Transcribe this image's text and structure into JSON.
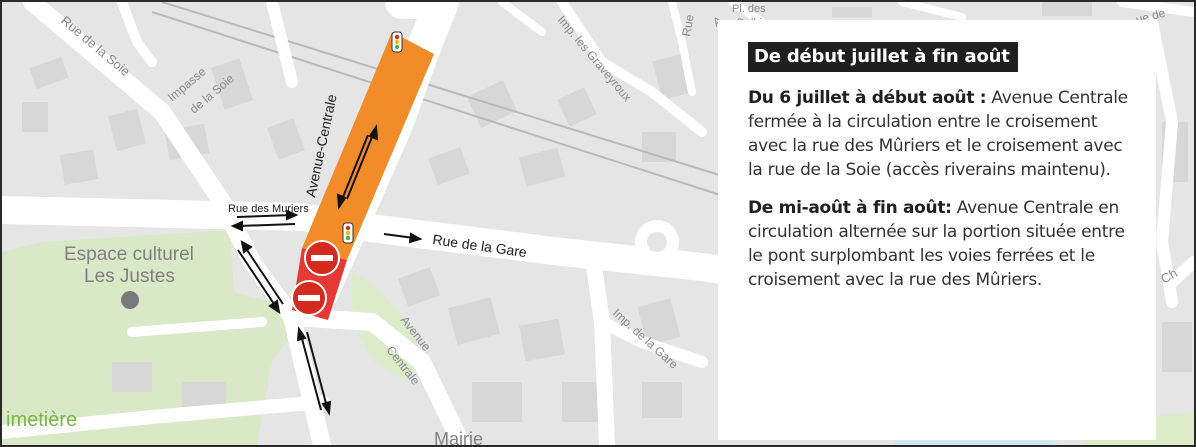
{
  "map_labels": {
    "rue_de_la_soie_nw": "Rue de la Soie",
    "impasse_line1": "Impasse",
    "impasse_line2": "de la Soie",
    "imp_graveyroux": "Imp. les Graveyroux",
    "rue_top": "Rue",
    "top_a": "A",
    "top_pl": "Pl. des",
    "top_dolbias": "Dolbias",
    "top_right": "ue de",
    "avenue_centrale_north": "Avenue-Centrale",
    "rue_des_muriers": "Rue des Muriers",
    "rue_de_la_gare": "Rue de la Gare",
    "espace_line1": "Espace culturel",
    "espace_line2": "Les Justes",
    "avenue_south_line1": "Avenue",
    "avenue_south_line2": "Centrale",
    "imp_de_la_gare": "Imp. de la Gare",
    "cimetiere": "imetière",
    "mairie": "Mairie",
    "ch_right": "Ch"
  },
  "info_panel": {
    "title": "De début juillet à fin août",
    "periods": [
      {
        "heading": "Du 6 juillet à début août :",
        "text": " Avenue Centrale fermée à la circulation entre le croisement avec la rue des Mûriers et le croisement avec la rue de la Soie (accès riverains maintenu)."
      },
      {
        "heading": "De mi-août à fin août:",
        "text": " Avenue Centrale en circulation alternée sur la portion située entre le pont surplombant les voies ferrées et le croisement avec la rue des Mûriers."
      }
    ]
  },
  "colors": {
    "background": "#e5e5e5",
    "road": "#ffffff",
    "building": "#d7d7d7",
    "park": "#d9e8c6",
    "closure_zone": "#f28c28",
    "alternating_zone": "#e53935",
    "no_entry": "#d52b1e"
  }
}
